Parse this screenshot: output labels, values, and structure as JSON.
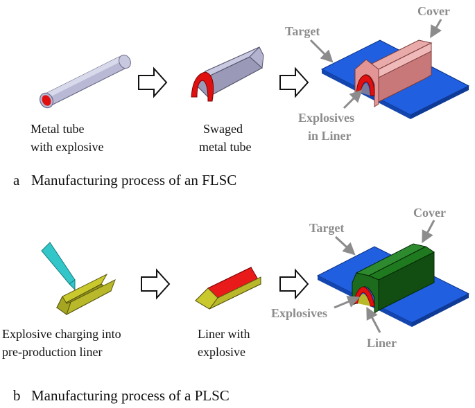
{
  "panel_a": {
    "caption_letter": "a",
    "caption": "Manufacturing process of an FLSC",
    "step1_label": [
      "Metal tube",
      "with explosive"
    ],
    "step2_label": [
      "Swaged",
      "metal tube"
    ],
    "target": "Target",
    "cover": "Cover",
    "explosives_in_liner": [
      "Explosives",
      "in Liner"
    ]
  },
  "panel_b": {
    "caption_letter": "b",
    "caption": "Manufacturing process of a PLSC",
    "step1_label": [
      "Explosive charging into",
      "pre-production liner"
    ],
    "step2_label": [
      "Liner with",
      "explosive"
    ],
    "target": "Target",
    "cover": "Cover",
    "explosives": "Explosives",
    "liner": "Liner"
  },
  "colors": {
    "target_plate": "#1f5fe0",
    "flsc_cover": "#e8a0a0",
    "plsc_cover": "#1d6b1d",
    "explosive": "#e01010",
    "tube": "#b9b9d6",
    "liner": "#b8b82a",
    "nozzle": "#33c6c9",
    "callout_text": "#8c8c8c"
  },
  "icons": [
    "process-arrow-icon"
  ]
}
